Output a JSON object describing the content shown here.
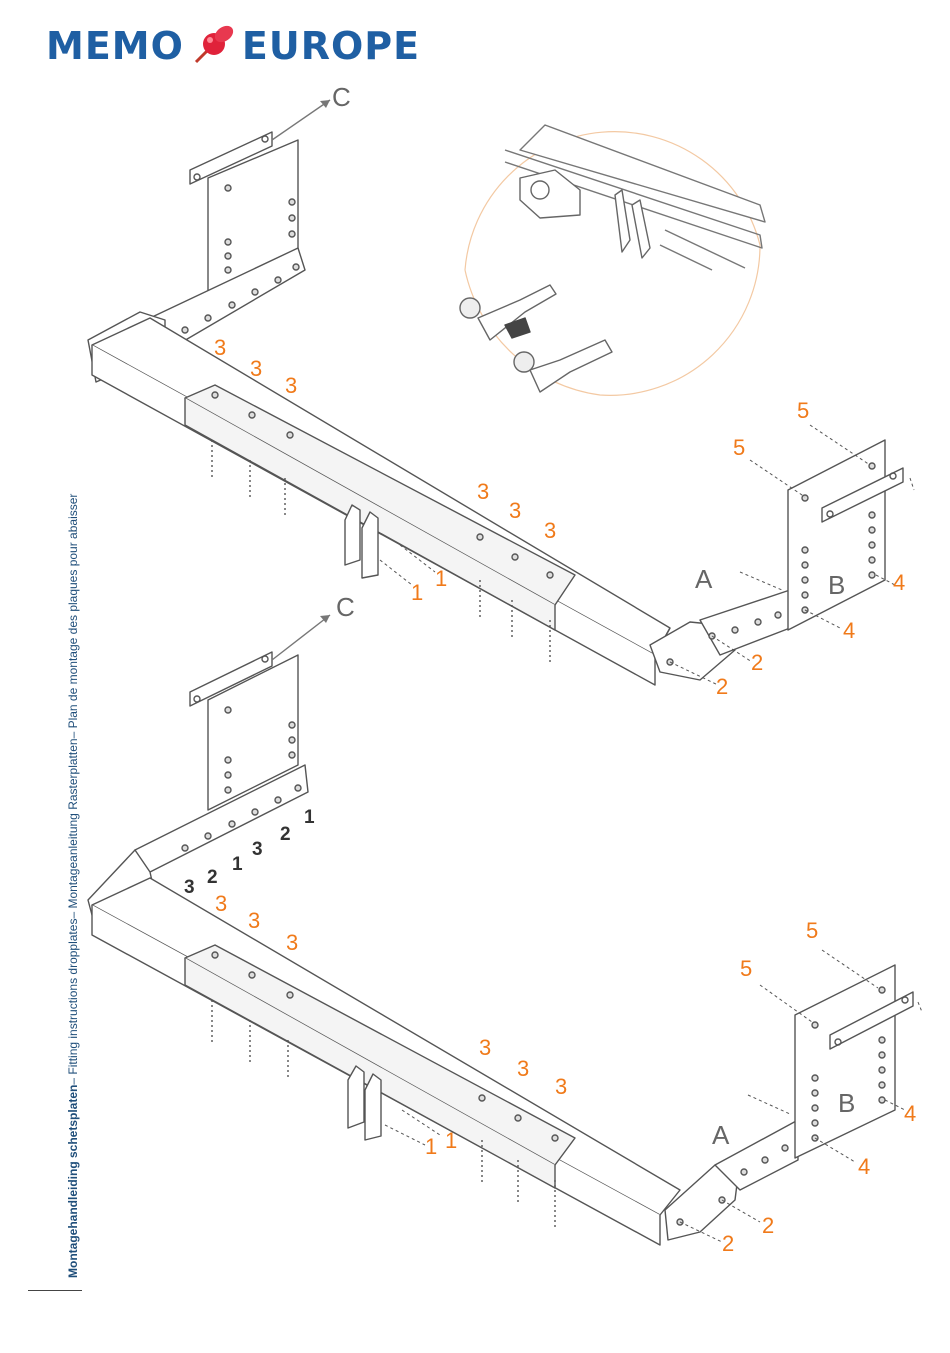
{
  "logo": {
    "left": "MEMO",
    "right": "EUROPE"
  },
  "side_caption": {
    "bold": "Montagehandleiding schetsplaten",
    "rest": "– Fitting instructions dropplates– Montageanleitung Rasterplatten– Plan de montage des plaques pour abaisser"
  },
  "colors": {
    "brand": "#1f5fa3",
    "callout": "#f07a1a",
    "line": "#555555"
  },
  "diagram_top": {
    "letters": {
      "c": "C",
      "a": "A",
      "b": "B"
    },
    "callouts_3": [
      "3",
      "3",
      "3",
      "3",
      "3",
      "3"
    ],
    "callouts_1": [
      "1",
      "1"
    ],
    "callouts_2": [
      "2",
      "2"
    ],
    "callouts_4": [
      "4",
      "4"
    ],
    "callouts_5": [
      "5",
      "5"
    ]
  },
  "diagram_bottom": {
    "letters": {
      "c": "C",
      "a": "A",
      "b": "B"
    },
    "callouts_3": [
      "3",
      "3",
      "3",
      "3",
      "3",
      "3"
    ],
    "callouts_1": [
      "1",
      "1"
    ],
    "callouts_2": [
      "2",
      "2"
    ],
    "callouts_4": [
      "4",
      "4"
    ],
    "callouts_5": [
      "5",
      "5"
    ],
    "dark_numbers": [
      "3",
      "2",
      "1",
      "3",
      "2",
      "1"
    ]
  }
}
